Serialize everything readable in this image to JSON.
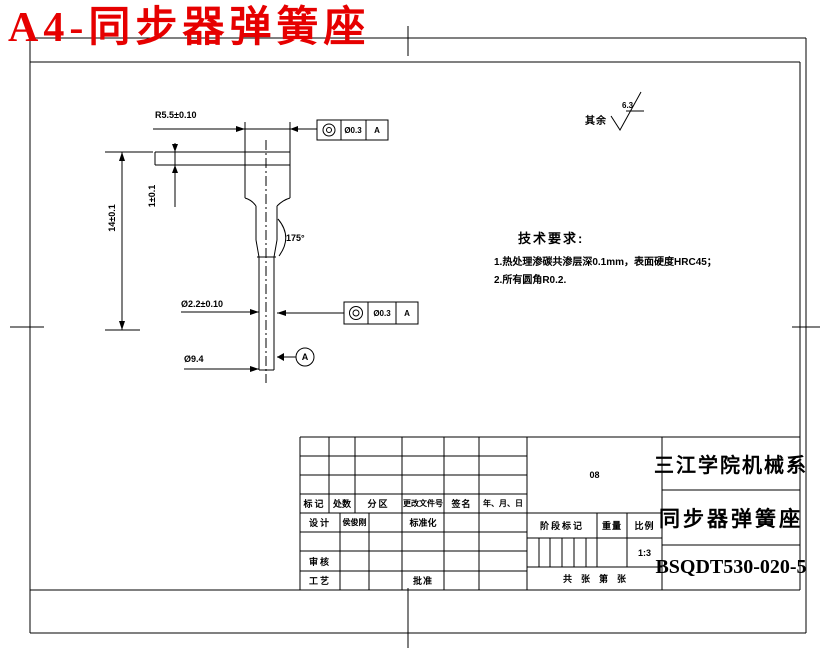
{
  "header": {
    "title": "A4-同步器弹簧座"
  },
  "colors": {
    "accent_red": "#e60000",
    "line_black": "#000000",
    "paper_white": "#ffffff"
  },
  "drawing": {
    "dims": {
      "radius": "R5.5±0.10",
      "height": "14±0.1",
      "thickness": "1±0.1",
      "angle": "175°",
      "bore": "Ø2.2±0.10",
      "stem": "Ø9.4"
    },
    "datum_label": "A",
    "tolerance_frames": [
      {
        "symbol": "concentricity",
        "value": "Ø0.3",
        "datum": "A"
      },
      {
        "symbol": "concentricity",
        "value": "Ø0.3",
        "datum": "A"
      }
    ],
    "surface_default": {
      "label": "其余",
      "roughness": "6.3"
    }
  },
  "tech_requirements": {
    "heading": "技术要求:",
    "items": [
      "1.热处理渗碳共渗层深0.1mm，表面硬度HRC45；",
      "2.所有圆角R0.2."
    ]
  },
  "title_block": {
    "revision_headers": [
      "标记",
      "处数",
      "分区",
      "更改文件号",
      "签名",
      "年、月、日"
    ],
    "roles": {
      "design": "设计",
      "check": "审核",
      "process": "工艺",
      "standardization": "标准化",
      "approve": "批准"
    },
    "designer_name": "侯俊刚",
    "material": "08",
    "stage_header": "阶段标记",
    "weight_header": "重量",
    "scale_header": "比例",
    "scale_value": "1:3",
    "sheet_note": "共　张　第　张",
    "org": "三江学院机械系",
    "part_name": "同步器弹簧座",
    "drawing_no": "BSQDT530-020-5"
  }
}
